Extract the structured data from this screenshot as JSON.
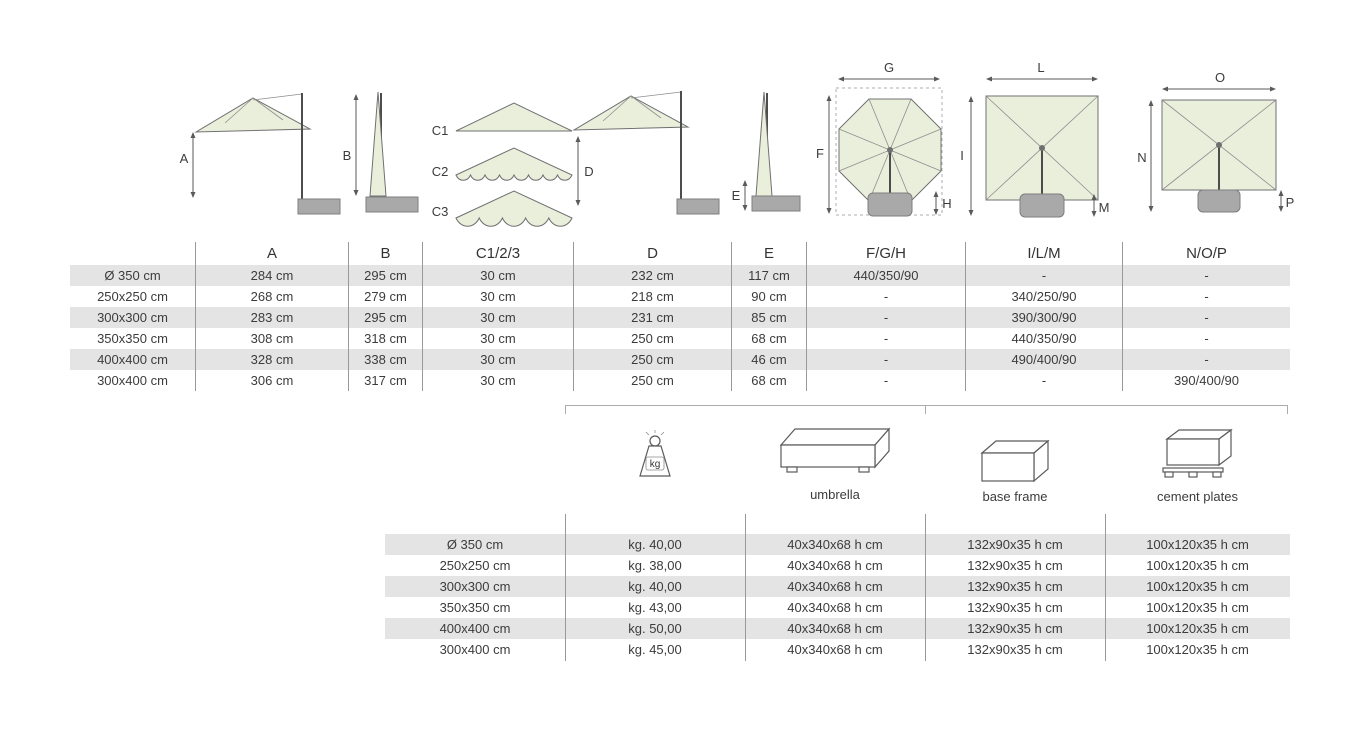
{
  "colors": {
    "canopy_fill": "#eaefdc",
    "base_gray": "#a9a9a9",
    "row_shade": "#e4e4e4",
    "line": "#5a5a5a"
  },
  "diagram_labels": {
    "a": "A",
    "b": "B",
    "c1": "C1",
    "c2": "C2",
    "c3": "C3",
    "d": "D",
    "e": "E",
    "f": "F",
    "g": "G",
    "h": "H",
    "i": "I",
    "l": "L",
    "m": "M",
    "n": "N",
    "o": "O",
    "p": "P"
  },
  "dimensions_table": {
    "headers": [
      "",
      "A",
      "B",
      "C1/2/3",
      "D",
      "E",
      "F/G/H",
      "I/L/M",
      "N/O/P"
    ],
    "rows": [
      [
        "Ø 350 cm",
        "284 cm",
        "295 cm",
        "30 cm",
        "232 cm",
        "117 cm",
        "440/350/90",
        "-",
        "-"
      ],
      [
        "250x250 cm",
        "268 cm",
        "279 cm",
        "30 cm",
        "218 cm",
        "90 cm",
        "-",
        "340/250/90",
        "-"
      ],
      [
        "300x300 cm",
        "283 cm",
        "295 cm",
        "30 cm",
        "231 cm",
        "85 cm",
        "-",
        "390/300/90",
        "-"
      ],
      [
        "350x350 cm",
        "308 cm",
        "318 cm",
        "30 cm",
        "250 cm",
        "68 cm",
        "-",
        "440/350/90",
        "-"
      ],
      [
        "400x400 cm",
        "328 cm",
        "338 cm",
        "30 cm",
        "250 cm",
        "46 cm",
        "-",
        "490/400/90",
        "-"
      ],
      [
        "300x400 cm",
        "306 cm",
        "317 cm",
        "30 cm",
        "250 cm",
        "68 cm",
        "-",
        "-",
        "390/400/90"
      ]
    ]
  },
  "packaging_table": {
    "weight_icon_label": "kg",
    "column_labels": [
      "umbrella",
      "base frame",
      "cement plates"
    ],
    "rows": [
      [
        "Ø 350 cm",
        "kg. 40,00",
        "40x340x68 h cm",
        "132x90x35 h cm",
        "100x120x35 h cm"
      ],
      [
        "250x250 cm",
        "kg. 38,00",
        "40x340x68 h cm",
        "132x90x35 h cm",
        "100x120x35 h cm"
      ],
      [
        "300x300 cm",
        "kg. 40,00",
        "40x340x68 h cm",
        "132x90x35 h cm",
        "100x120x35 h cm"
      ],
      [
        "350x350 cm",
        "kg. 43,00",
        "40x340x68 h cm",
        "132x90x35 h cm",
        "100x120x35 h cm"
      ],
      [
        "400x400 cm",
        "kg. 50,00",
        "40x340x68 h cm",
        "132x90x35 h cm",
        "100x120x35 h cm"
      ],
      [
        "300x400 cm",
        "kg. 45,00",
        "40x340x68 h cm",
        "132x90x35 h cm",
        "100x120x35 h cm"
      ]
    ]
  }
}
